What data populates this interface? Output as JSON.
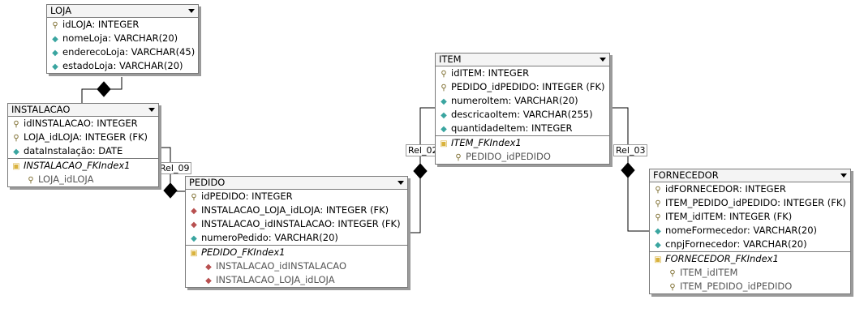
{
  "tables": {
    "loja": {
      "title": "LOJA",
      "columns": [
        {
          "icon": "key-icon",
          "text": "idLOJA: INTEGER"
        },
        {
          "icon": "attribute-diamond-icon",
          "text": "nomeLoja: VARCHAR(20)"
        },
        {
          "icon": "attribute-diamond-icon",
          "text": "enderecoLoja: VARCHAR(45)"
        },
        {
          "icon": "attribute-diamond-icon",
          "text": "estadoLoja: VARCHAR(20)"
        }
      ]
    },
    "instalacao": {
      "title": "INSTALACAO",
      "columns": [
        {
          "icon": "key-icon",
          "text": "idINSTALACAO: INTEGER"
        },
        {
          "icon": "key-icon",
          "text": "LOJA_idLOJA: INTEGER (FK)"
        },
        {
          "icon": "attribute-diamond-icon",
          "text": "dataInstalação: DATE"
        }
      ],
      "index": {
        "name": "INSTALACAO_FKIndex1",
        "fields": [
          "LOJA_idLOJA"
        ]
      }
    },
    "pedido": {
      "title": "PEDIDO",
      "columns": [
        {
          "icon": "key-icon",
          "text": "idPEDIDO: INTEGER"
        },
        {
          "icon": "fk-diamond-icon",
          "text": "INSTALACAO_LOJA_idLOJA: INTEGER (FK)"
        },
        {
          "icon": "fk-diamond-icon",
          "text": "INSTALACAO_idINSTALACAO: INTEGER (FK)"
        },
        {
          "icon": "attribute-diamond-icon",
          "text": "numeroPedido: VARCHAR(20)"
        }
      ],
      "index": {
        "name": "PEDIDO_FKIndex1",
        "fields": [
          "INSTALACAO_idINSTALACAO",
          "INSTALACAO_LOJA_idLOJA"
        ]
      }
    },
    "item": {
      "title": "ITEM",
      "columns": [
        {
          "icon": "key-icon",
          "text": "idITEM: INTEGER"
        },
        {
          "icon": "key-icon",
          "text": "PEDIDO_idPEDIDO: INTEGER (FK)"
        },
        {
          "icon": "attribute-diamond-icon",
          "text": "numeroItem: VARCHAR(20)"
        },
        {
          "icon": "attribute-diamond-icon",
          "text": "descricaoItem: VARCHAR(255)"
        },
        {
          "icon": "attribute-diamond-icon",
          "text": "quantidadeItem: INTEGER"
        }
      ],
      "index": {
        "name": "ITEM_FKIndex1",
        "fields": [
          "PEDIDO_idPEDIDO"
        ]
      }
    },
    "fornecedor": {
      "title": "FORNECEDOR",
      "columns": [
        {
          "icon": "key-icon",
          "text": "idFORNECEDOR: INTEGER"
        },
        {
          "icon": "key-icon",
          "text": "ITEM_PEDIDO_idPEDIDO: INTEGER (FK)"
        },
        {
          "icon": "key-icon",
          "text": "ITEM_idITEM: INTEGER (FK)"
        },
        {
          "icon": "attribute-diamond-icon",
          "text": "nomeFormecedor: VARCHAR(20)"
        },
        {
          "icon": "attribute-diamond-icon",
          "text": "cnpjFornecedor: VARCHAR(20)"
        }
      ],
      "index": {
        "name": "FORNECEDOR_FKIndex1",
        "fields": [
          "ITEM_idITEM",
          "ITEM_PEDIDO_idPEDIDO"
        ]
      }
    }
  },
  "relationships": {
    "rel_09": "Rel_09",
    "rel_02": "Rel_02",
    "rel_03": "Rel_03"
  }
}
